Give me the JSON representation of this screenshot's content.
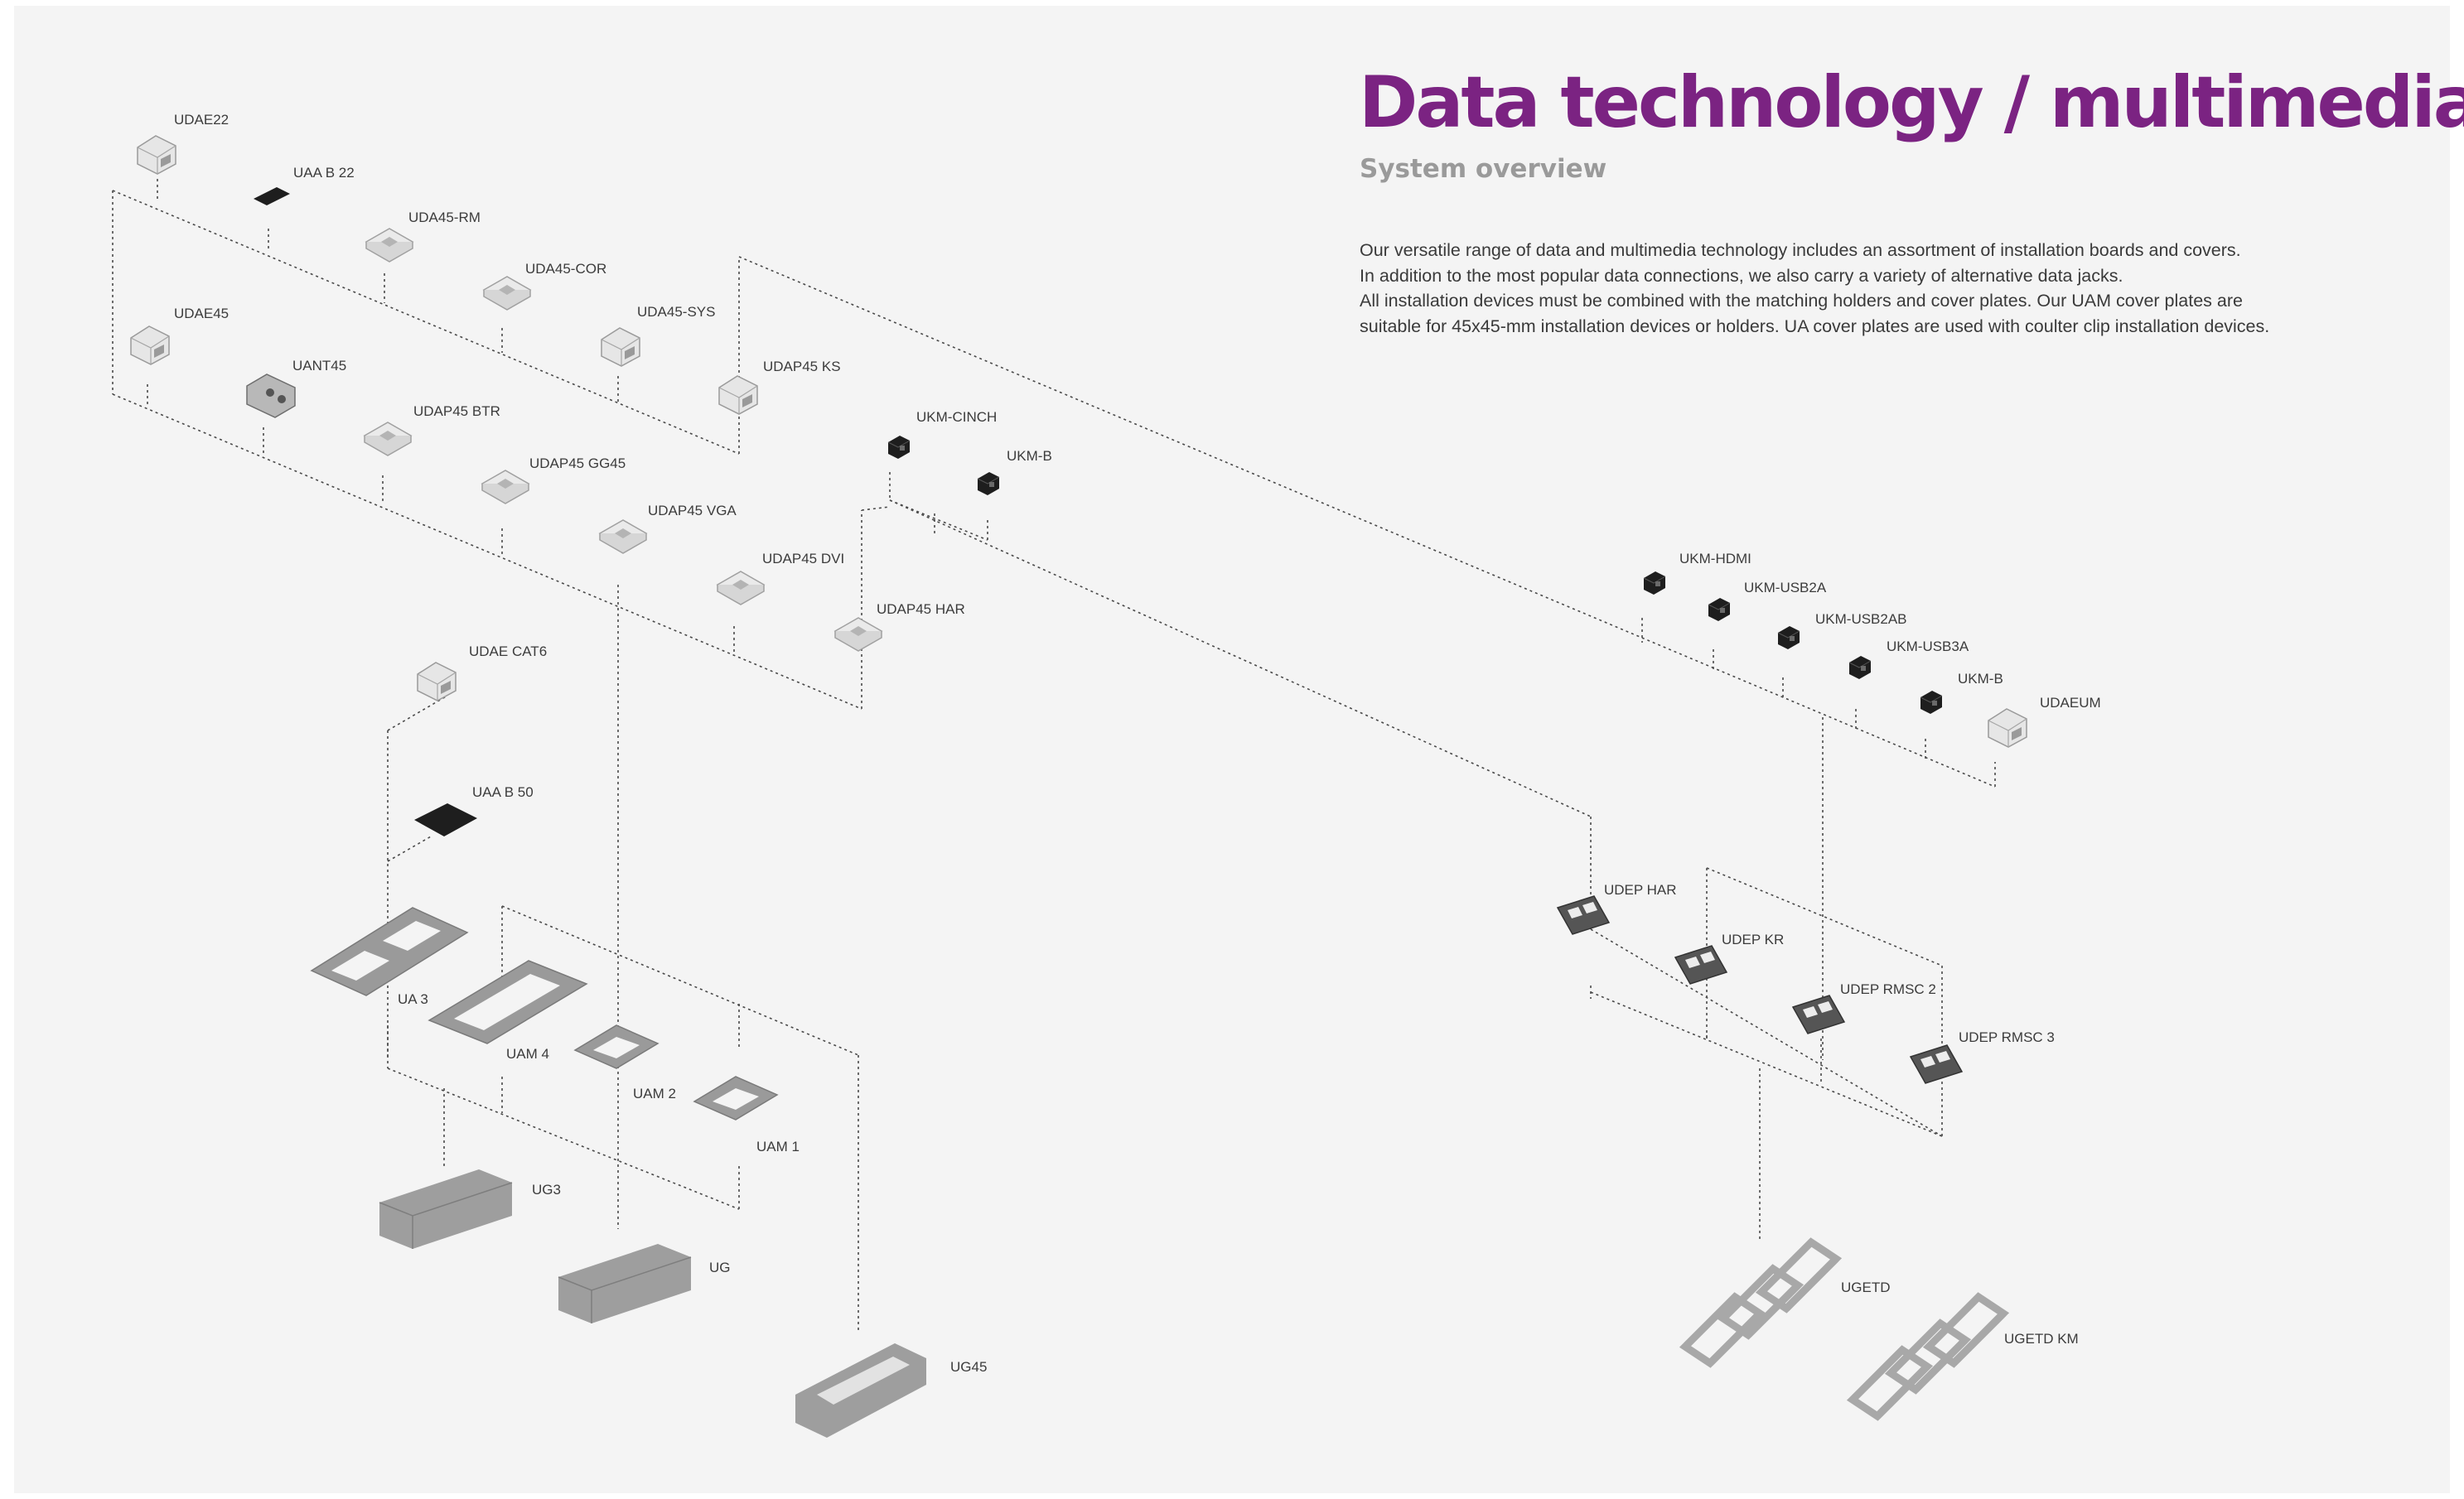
{
  "header": {
    "title": "Data technology / multimedia",
    "subtitle": "System overview"
  },
  "description": [
    "Our versatile range of data and multimedia technology includes an assortment of installation boards and covers.",
    "In addition to the most popular data connections, we also carry a variety of alternative data jacks.",
    "All installation devices must be combined with the matching holders and cover plates. Our UAM cover plates are",
    "suitable for 45x45-mm installation devices or holders. UA cover plates are used with coulter clip installation devices."
  ],
  "products": {
    "udae22": "UDAE22",
    "uaa_b22": "UAA B 22",
    "uda45_rm": "UDA45-RM",
    "uda45_cor": "UDA45-COR",
    "uda45_sys": "UDA45-SYS",
    "udap45_ks": "UDAP45 KS",
    "udae45": "UDAE45",
    "uant45": "UANT45",
    "udap45_btr": "UDAP45 BTR",
    "udap45_gg45": "UDAP45 GG45",
    "udap45_vga": "UDAP45 VGA",
    "udap45_dvi": "UDAP45 DVI",
    "udap45_har": "UDAP45 HAR",
    "ukm_cinch": "UKM-CINCH",
    "ukm_b_top": "UKM-B",
    "ukm_hdmi": "UKM-HDMI",
    "ukm_usb2a": "UKM-USB2A",
    "ukm_usb2ab": "UKM-USB2AB",
    "ukm_usb3a": "UKM-USB3A",
    "ukm_b_right": "UKM-B",
    "udaeum": "UDAEUM",
    "udae_cat6": "UDAE CAT6",
    "uaa_b50": "UAA B 50",
    "ua3": "UA 3",
    "uam4": "UAM 4",
    "uam2": "UAM 2",
    "uam1": "UAM 1",
    "ug3": "UG3",
    "ug": "UG",
    "ug45": "UG45",
    "udep_har": "UDEP HAR",
    "udep_kr": "UDEP KR",
    "udep_rmsc2": "UDEP RMSC 2",
    "udep_rmsc3": "UDEP RMSC 3",
    "ugetd": "UGETD",
    "ugetd_km": "UGETD KM"
  },
  "colors": {
    "accent": "#7b2382",
    "subtitle": "#9a9a9a",
    "background": "#f4f4f4",
    "connector": "#4a4a4a"
  }
}
